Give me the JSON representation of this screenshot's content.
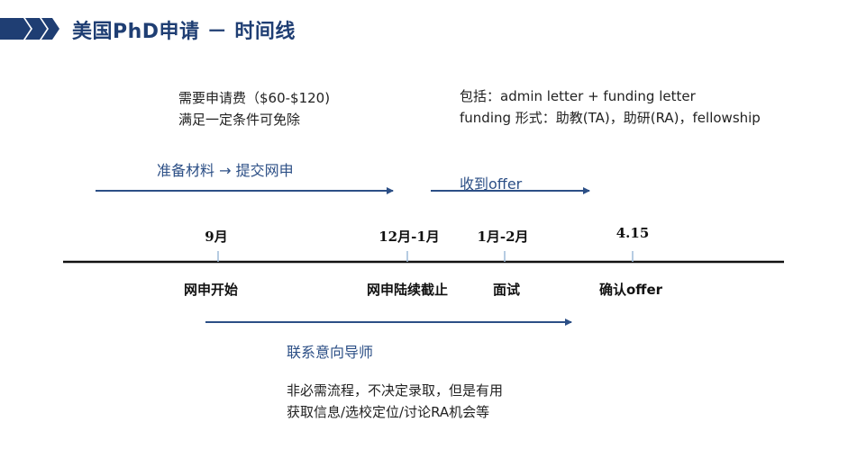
{
  "slide": {
    "title": "美国PhD申请 － 时间线"
  },
  "notes": {
    "fee_line1": "需要申请费（$60-$120)",
    "fee_line2": "满足一定条件可免除",
    "offer_line1": "包括：admin letter + funding letter",
    "offer_line2": "funding 形式：助教(TA)，助研(RA)，fellowship",
    "contact_line1": "非必需流程，不决定录取，但是有用",
    "contact_line2": "获取信息/选校定位/讨论RA机会等"
  },
  "phases": {
    "prepare": "准备材料 → 提交网申",
    "receive_offer": "收到offer",
    "contact_advisor": "联系意向导师"
  },
  "timeline": {
    "ticks": [
      {
        "date": "9月",
        "event": "网申开始"
      },
      {
        "date": "12月-1月",
        "event": "网申陆续截止"
      },
      {
        "date": "1月-2月",
        "event": "面试"
      },
      {
        "date": "4.15",
        "event": "确认offer"
      }
    ]
  },
  "colors": {
    "title": "#1f3e73",
    "arrow": "#2c4f86",
    "tick": "#9dbbd9",
    "axis": "#111111",
    "deco": "#1f3e73"
  }
}
